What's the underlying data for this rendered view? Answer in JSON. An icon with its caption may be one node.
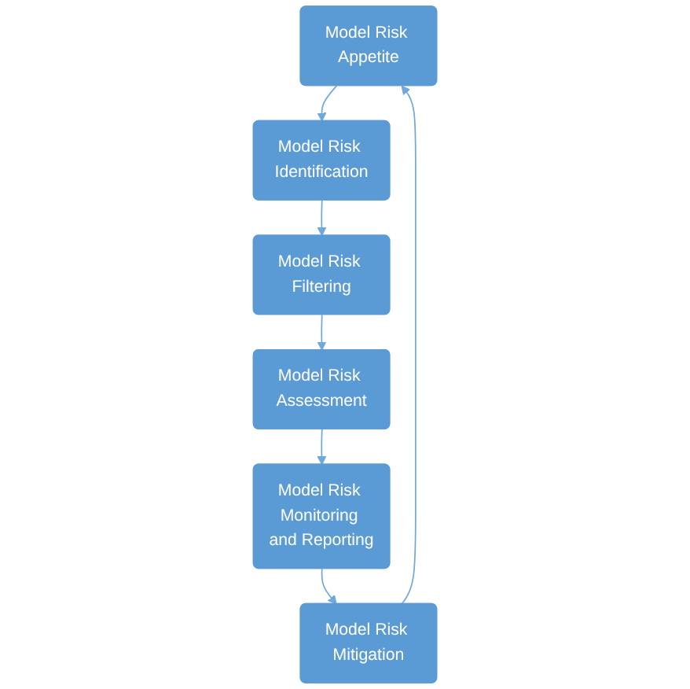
{
  "diagram": {
    "nodes": [
      {
        "text": [
          "Model Risk Appetite"
        ]
      },
      {
        "text": [
          "Model Risk Identification"
        ]
      },
      {
        "text": [
          "Model Risk Filtering"
        ]
      },
      {
        "text": [
          "Model Risk Assessment"
        ]
      },
      {
        "text": [
          "Model Risk Monitoring and Reporting"
        ]
      },
      {
        "text": [
          "Model Risk Mitigation"
        ]
      }
    ],
    "edges": [
      {
        "from": 0,
        "to": 1,
        "arrow": "to"
      },
      {
        "from": 1,
        "to": 2,
        "arrow": "to"
      },
      {
        "from": 2,
        "to": 3,
        "arrow": "to"
      },
      {
        "from": 3,
        "to": 4,
        "arrow": "to"
      },
      {
        "from": 4,
        "to": 5,
        "arrow": "to"
      },
      {
        "from": 5,
        "to": 0,
        "arrow": "to"
      }
    ]
  }
}
